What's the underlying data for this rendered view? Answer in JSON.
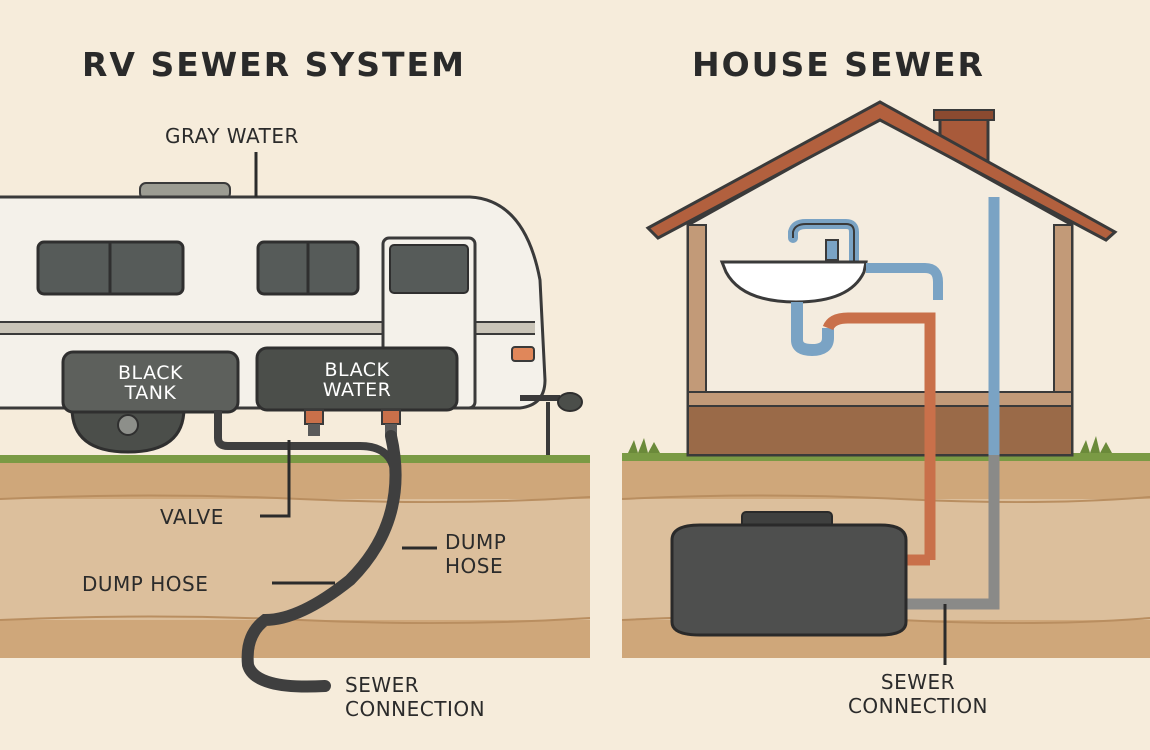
{
  "left_panel": {
    "title": "RV SEWER SYSTEM",
    "label_gray_water": "GRAY WATER",
    "tank_left_line1": "BLACK",
    "tank_left_line2": "TANK",
    "tank_right_line1": "BLACK",
    "tank_right_line2": "WATER",
    "label_valve": "VALVE",
    "label_dump_hose_right_line1": "DUMP",
    "label_dump_hose_right_line2": "HOSE",
    "label_dump_hose_left": "DUMP HOSE",
    "label_sewer_line1": "SEWER",
    "label_sewer_line2": "CONNECTION"
  },
  "right_panel": {
    "title": "HOUSE SEWER",
    "label_sewer_line1": "SEWER",
    "label_sewer_line2": "CONNECTION"
  },
  "colors": {
    "background": "#f6ecdb",
    "soil": "#dcbf9c",
    "grass": "#6b8a3a",
    "rv_body": "#f4f1ea",
    "tank": "#4b4e4a",
    "hose": "#3f3f3f",
    "roof": "#b2603e",
    "pipe_blue": "#7aa3c4",
    "pipe_orange": "#c9704a",
    "septic": "#4e4f4e"
  }
}
